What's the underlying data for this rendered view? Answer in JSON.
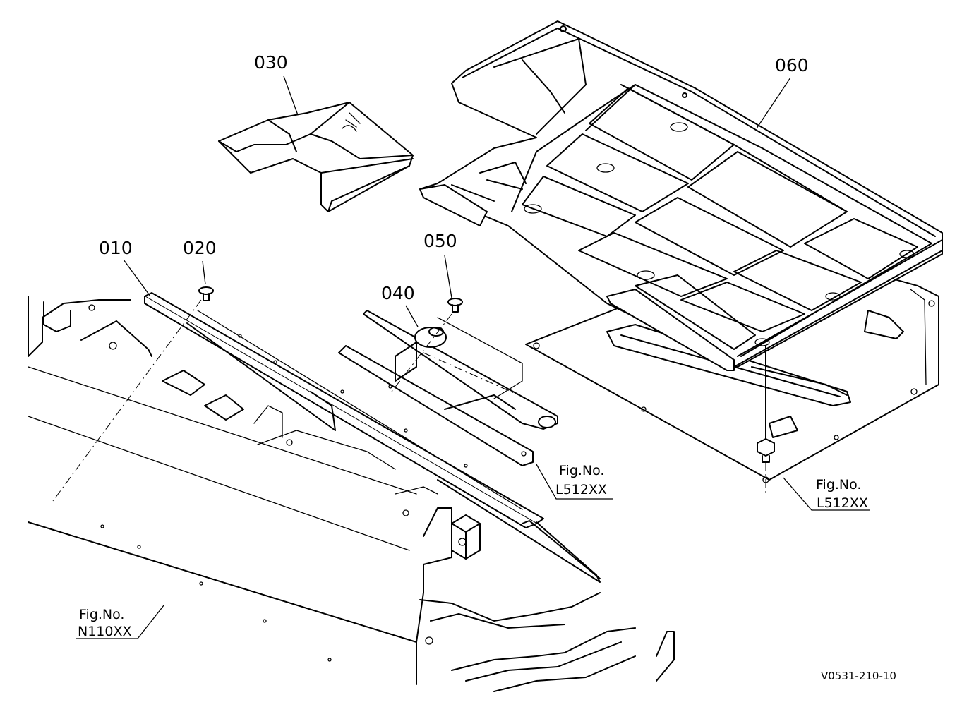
{
  "parts": [
    {
      "id": "010"
    },
    {
      "id": "020"
    },
    {
      "id": "030"
    },
    {
      "id": "040"
    },
    {
      "id": "050"
    },
    {
      "id": "060"
    }
  ],
  "references": [
    {
      "label": "Fig.No.",
      "code": "L512XX"
    },
    {
      "label": "Fig.No.",
      "code": "L512XX"
    },
    {
      "label": "Fig.No.",
      "code": "N110XX"
    }
  ],
  "drawing_code": "V0531-210-10"
}
